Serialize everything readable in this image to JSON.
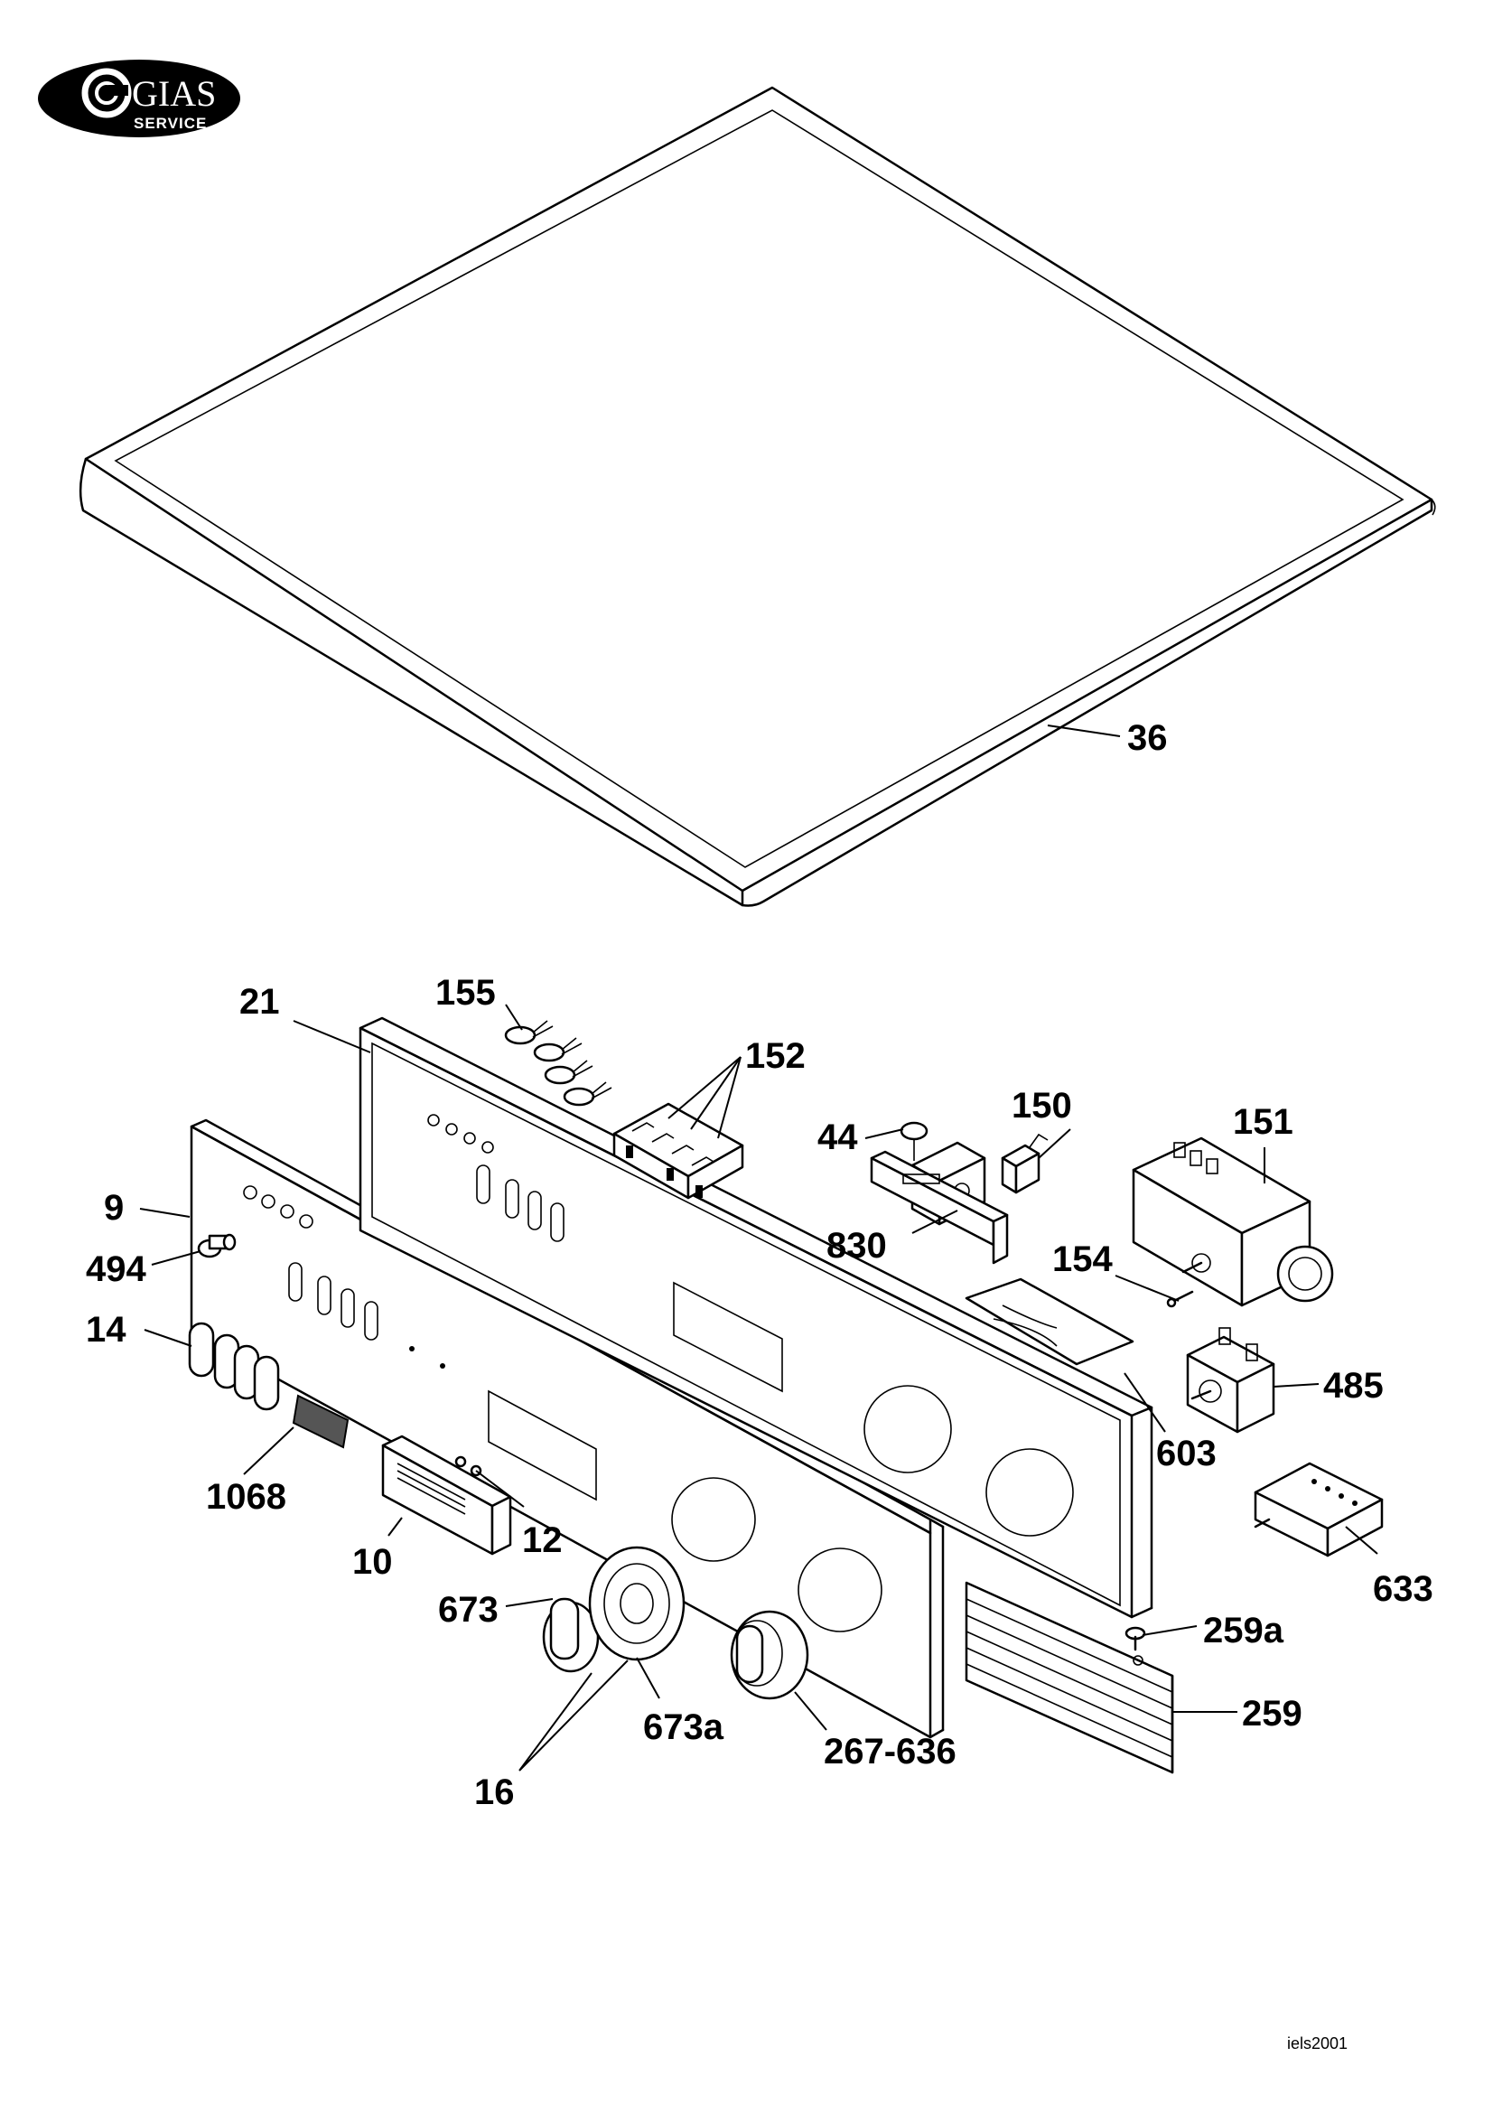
{
  "logo": {
    "brand": "GIAS",
    "tagline": "SERVICE"
  },
  "drawing_code": "iels2001",
  "callouts": [
    "36",
    "21",
    "155",
    "152",
    "44",
    "150",
    "151",
    "9",
    "494",
    "830",
    "154",
    "14",
    "485",
    "603",
    "1068",
    "10",
    "12",
    "673",
    "259a",
    "633",
    "673a",
    "267-636",
    "259",
    "16"
  ]
}
